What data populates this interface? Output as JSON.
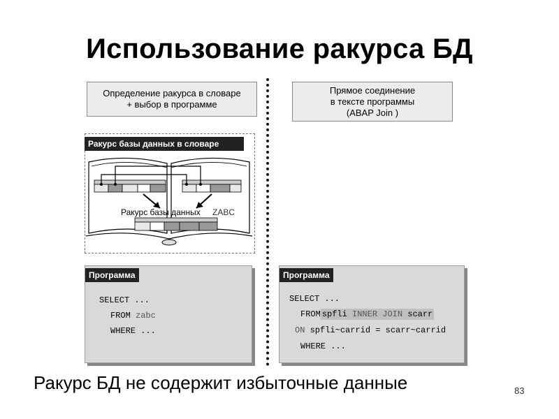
{
  "title": "Использование ракурса БД",
  "left_box": {
    "line1": "Определение ракурса в словаре",
    "line2": "+ выбор в программе"
  },
  "right_box": {
    "line1": "Прямое соединение",
    "line2": "в тексте программы",
    "line3": "(ABAP Join )"
  },
  "dictionary": {
    "header": "Ракурс базы данных в словаре",
    "view_label": "Ракурс базы данных",
    "view_name": "ZABC"
  },
  "program_left": {
    "header": "Программа",
    "line1": "SELECT ...",
    "line2_kw": "FROM",
    "line2_val": "zabc",
    "line3": "WHERE ..."
  },
  "program_right": {
    "header": "Программа",
    "line1": "SELECT ...",
    "line2_kw": "FROM",
    "line2_t1": "spfli",
    "line2_join": "INNER JOIN",
    "line2_t2": "scarr",
    "line3_kw": "ON",
    "line3_val": "spfli~carrid = scarr~carrid",
    "line4": "WHERE ..."
  },
  "summary": "Ракурс БД не содержит избыточные данные",
  "page_number": "83"
}
